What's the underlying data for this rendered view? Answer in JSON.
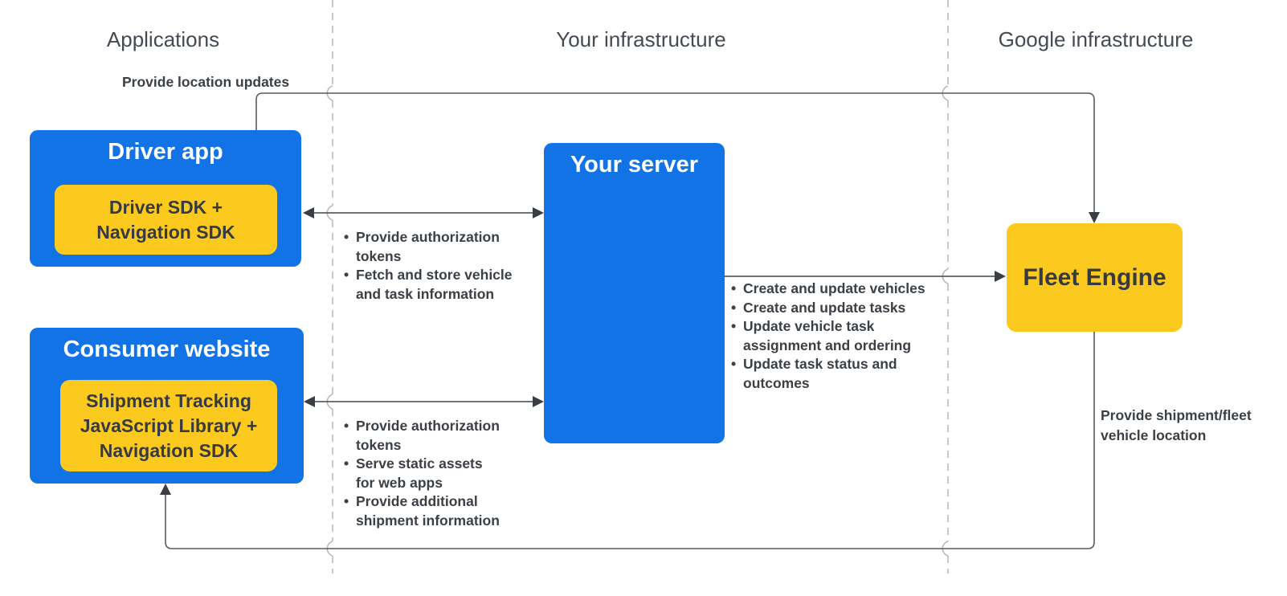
{
  "columns": {
    "applications": "Applications",
    "your_infrastructure": "Your infrastructure",
    "google_infrastructure": "Google infrastructure"
  },
  "nodes": {
    "driver_app": {
      "title": "Driver app",
      "sdk": "Driver SDK +\nNavigation SDK"
    },
    "consumer_website": {
      "title": "Consumer website",
      "sdk": "Shipment Tracking\nJavaScript Library +\nNavigation SDK"
    },
    "your_server": {
      "title": "Your server"
    },
    "fleet_engine": {
      "title": "Fleet Engine"
    }
  },
  "edges": {
    "driver_to_fleet": {
      "label": "Provide location updates"
    },
    "driver_server": {
      "items": [
        "Provide authorization\ntokens",
        "Fetch and store vehicle\nand task information"
      ]
    },
    "server_fleet": {
      "items": [
        "Create and update vehicles",
        "Create and update tasks",
        "Update vehicle task\nassignment and ordering",
        "Update task status and\noutcomes"
      ]
    },
    "consumer_server": {
      "items": [
        "Provide authorization\ntokens",
        "Serve static assets\nfor web apps",
        "Provide additional\nshipment information"
      ]
    },
    "fleet_to_consumer": {
      "label": "Provide shipment/fleet\nvehicle location"
    }
  },
  "colors": {
    "node_blue": "#1173e6",
    "node_yellow": "#fcca1e",
    "node_text_dark": "#363a41",
    "node_text_light": "#ffffff",
    "annotation_text": "#3b4046",
    "header_text": "#434a54",
    "wire": "#4a4f56",
    "dashed_divider": "#b8bbbe"
  }
}
